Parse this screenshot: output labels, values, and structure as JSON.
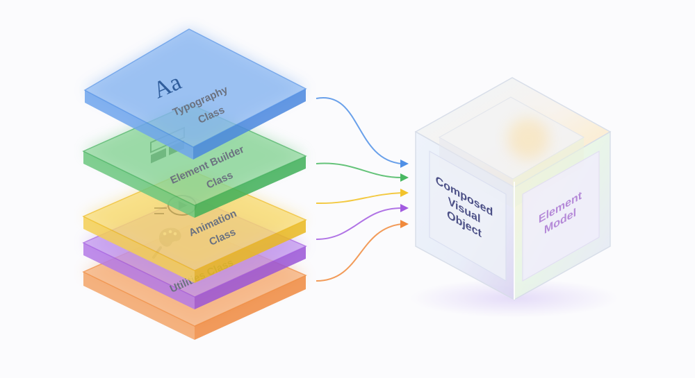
{
  "layers": [
    {
      "id": "typography",
      "line1": "Typography",
      "line2": "Class",
      "icon": "typography-aa-icon",
      "icon_text": "Aa",
      "color": "#4f8fe6"
    },
    {
      "id": "element-builder",
      "line1": "Element Builder",
      "line2": "Class",
      "icon": "layout-blocks-icon",
      "color": "#49b862"
    },
    {
      "id": "animation",
      "line1": "Animation",
      "line2": "Class",
      "icon": "play-circle-icon",
      "color": "#f2c32c"
    },
    {
      "id": "utilities",
      "line1": "Utilities Class",
      "line2": "",
      "icon": "palette-icon",
      "color": "#a25be0"
    },
    {
      "id": "base",
      "line1": "",
      "line2": "",
      "icon": "",
      "color": "#f08a3c"
    }
  ],
  "arrows": [
    {
      "id": "blue",
      "color": "#4f8fe6"
    },
    {
      "id": "green",
      "color": "#49b862"
    },
    {
      "id": "yellow",
      "color": "#f2c32c"
    },
    {
      "id": "purple",
      "color": "#a25be0"
    },
    {
      "id": "orange",
      "color": "#f08a3c"
    }
  ],
  "cube": {
    "left_face": {
      "line1": "Composed",
      "line2": "Visual",
      "line3": "Object"
    },
    "right_face": {
      "line1": "Element",
      "line2": "Model"
    }
  }
}
